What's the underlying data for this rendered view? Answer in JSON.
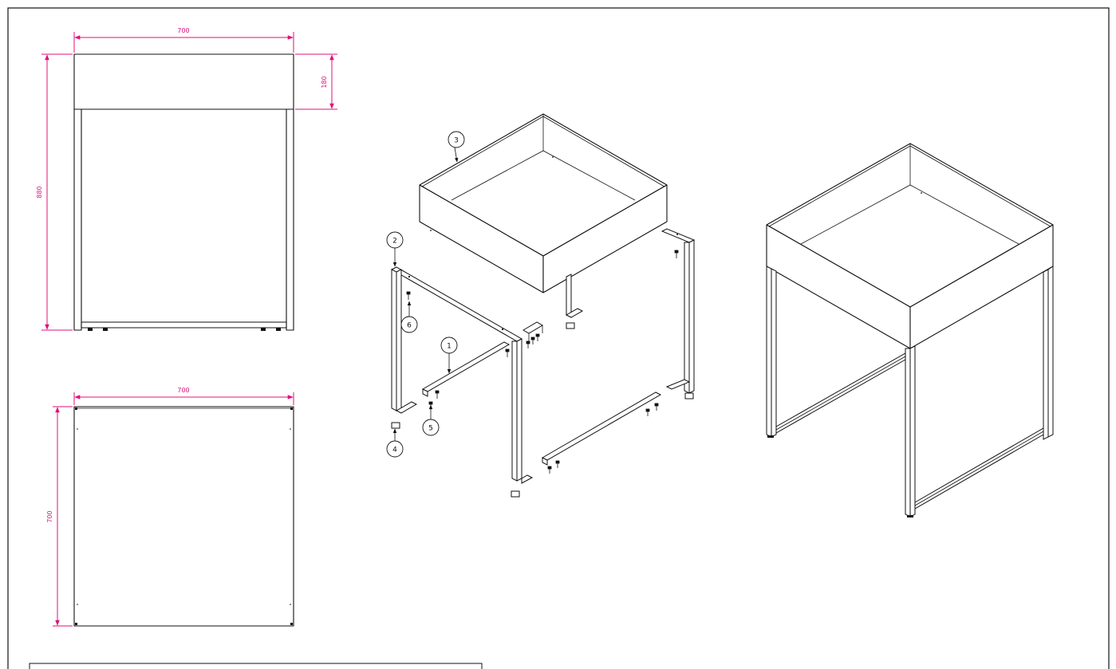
{
  "colors": {
    "dimension": "#e0107a",
    "line": "#111111",
    "background": "#ffffff"
  },
  "dimensions": {
    "front_width": "700",
    "box_height": "180",
    "total_height": "880",
    "top_width": "700",
    "top_depth": "700"
  },
  "balloons": [
    {
      "id": "1",
      "label": "1"
    },
    {
      "id": "2",
      "label": "2"
    },
    {
      "id": "3",
      "label": "3"
    },
    {
      "id": "4",
      "label": "4"
    },
    {
      "id": "5",
      "label": "5"
    },
    {
      "id": "6",
      "label": "6"
    }
  ]
}
